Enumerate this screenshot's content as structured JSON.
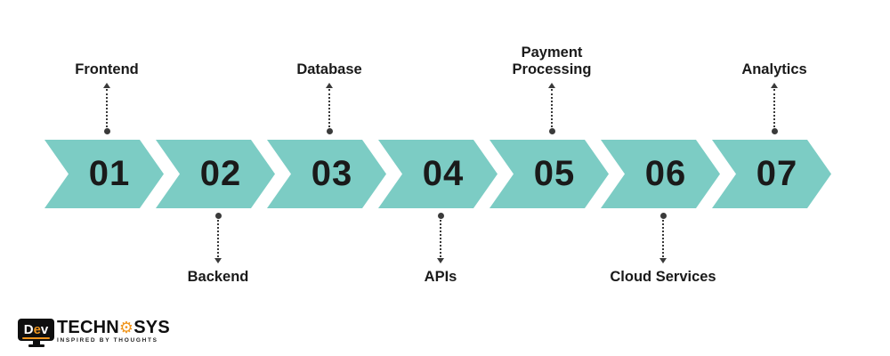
{
  "diagram": {
    "steps": [
      {
        "number": "01",
        "label": "Frontend",
        "position": "top"
      },
      {
        "number": "02",
        "label": "Backend",
        "position": "bottom"
      },
      {
        "number": "03",
        "label": "Database",
        "position": "top"
      },
      {
        "number": "04",
        "label": "APIs",
        "position": "bottom"
      },
      {
        "number": "05",
        "label": "Payment Processing",
        "position": "top"
      },
      {
        "number": "06",
        "label": "Cloud Services",
        "position": "bottom"
      },
      {
        "number": "07",
        "label": "Analytics",
        "position": "top"
      }
    ]
  },
  "colors": {
    "chevron_teal": "#7cccc4",
    "text_black": "#1a1a1a",
    "arrow_gray": "#3a3a3a",
    "logo_orange": "#f0961e",
    "logo_black": "#0f0f0f"
  },
  "logo": {
    "monitor_letter_1": "D",
    "monitor_letter_2": "e",
    "monitor_letter_3": "v",
    "name_part1": "TECHN",
    "gear_icon": "⚙",
    "name_part2": "SYS",
    "tagline": "INSPIRED BY THOUGHTS"
  }
}
